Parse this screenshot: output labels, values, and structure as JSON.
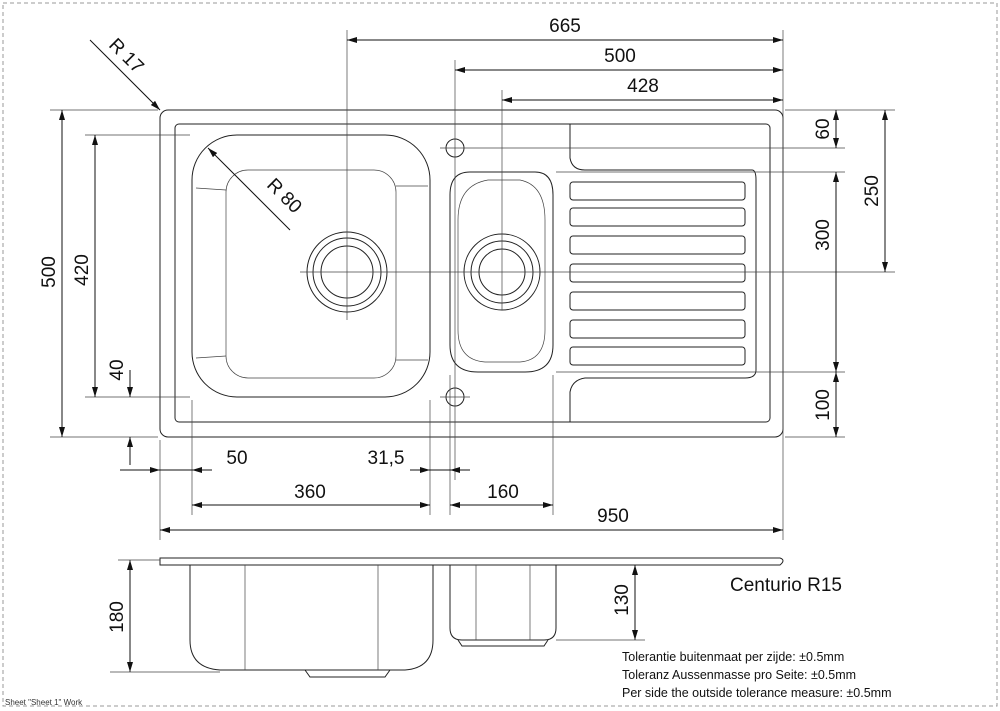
{
  "product_name": "Centurio R15",
  "dimensions": {
    "overall_width": "665",
    "tap_to_right": "500",
    "drain2_to_right": "428",
    "top_to_tap": "60",
    "top_to_drain": "250",
    "small_bowl_height": "300",
    "small_bowl_to_bottom": "100",
    "overall_depth": "500",
    "bowl_length": "420",
    "bowl_to_bottom": "40",
    "left_edge_to_bowl": "50",
    "bowl_gap": "31,5",
    "large_bowl_width": "360",
    "small_bowl_width": "160",
    "total_width": "950",
    "large_bowl_depth": "180",
    "small_bowl_depth": "130",
    "corner_radius": "R 17",
    "bowl_radius": "R 80"
  },
  "tolerance_notes": [
    "Tolerantie buitenmaat per zijde:  ±0.5mm",
    "Toleranz Aussenmasse pro Seite: ±0.5mm",
    "Per side the outside tolerance measure:  ±0.5mm"
  ],
  "sheet_label": "Sheet \"Sheet 1\" Work"
}
